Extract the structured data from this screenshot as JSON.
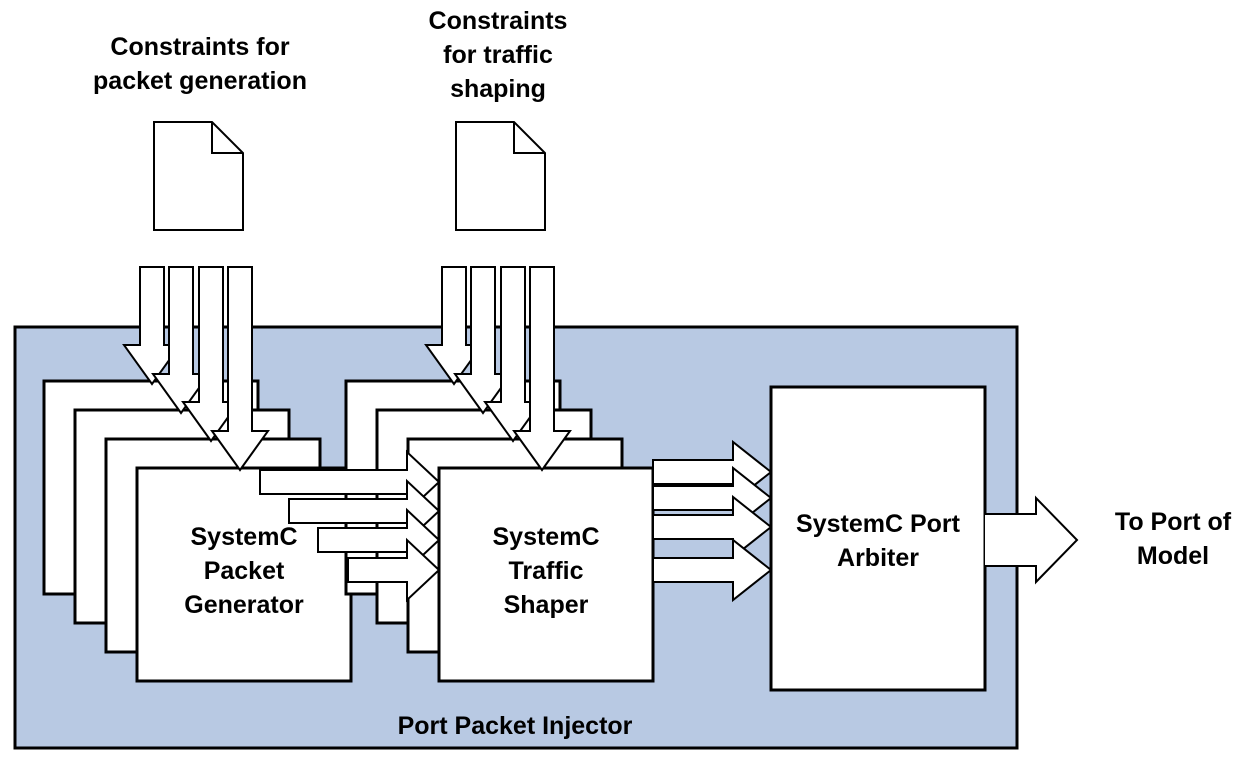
{
  "diagram": {
    "doc_labels": {
      "packet_generation": [
        "Constraints for",
        "packet generation"
      ],
      "traffic_shaping": [
        "Constraints",
        "for traffic",
        "shaping"
      ]
    },
    "container_label": "Port Packet Injector",
    "blocks": {
      "generator": [
        "SystemC",
        "Packet",
        "Generator"
      ],
      "shaper": [
        "SystemC",
        "Traffic",
        "Shaper"
      ],
      "arbiter": [
        "SystemC Port",
        "Arbiter"
      ]
    },
    "output_label": [
      "To Port of",
      "Model"
    ],
    "colors": {
      "container_fill": "#b8c9e3",
      "stroke": "#000000",
      "box_fill": "#ffffff"
    }
  }
}
